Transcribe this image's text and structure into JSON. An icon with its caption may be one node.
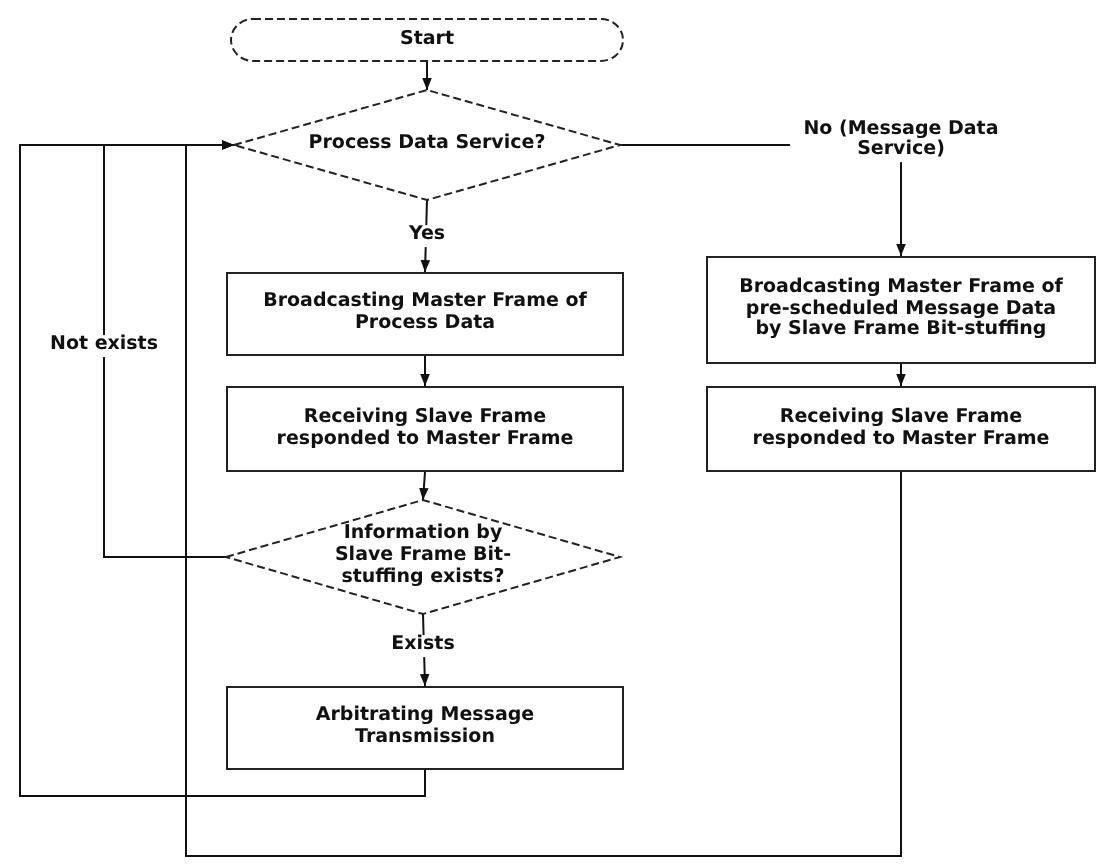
{
  "diagram": {
    "nodes": [
      {
        "text": [
          "Start"
        ]
      },
      {
        "text": [
          "Process Data Service?"
        ]
      },
      {
        "text": [
          "Broadcasting Master Frame of Process Data"
        ]
      },
      {
        "text": [
          "Receiving Slave Frame responded to Master Frame"
        ]
      },
      {
        "text": [
          "Information by Slave Frame Bit-stuffing exists?"
        ]
      },
      {
        "text": [
          "Arbitrating Message Transmission"
        ]
      },
      {
        "text": [
          "Broadcasting Master Frame of pre-scheduled Message Data by Slave Frame Bit-stuffing"
        ]
      },
      {
        "text": [
          "Receiving Slave Frame responded to Master Frame"
        ]
      }
    ],
    "edges": [
      {
        "from": 0,
        "to": 1,
        "arrow": "to"
      },
      {
        "from": 1,
        "to": 2,
        "arrow": "to",
        "label": "Yes"
      },
      {
        "from": 2,
        "to": 3,
        "arrow": "to"
      },
      {
        "from": 3,
        "to": 4,
        "arrow": "to"
      },
      {
        "from": 4,
        "to": 5,
        "arrow": "to",
        "label": "Exists"
      },
      {
        "from": 4,
        "to": 1,
        "arrow": "to",
        "label": "Not exists"
      },
      {
        "from": 5,
        "to": 1,
        "arrow": "to"
      },
      {
        "from": 1,
        "to": 6,
        "arrow": "to",
        "label": "No (Message Data Service)"
      },
      {
        "from": 6,
        "to": 7,
        "arrow": "to"
      },
      {
        "from": 7,
        "to": 1,
        "arrow": "to"
      }
    ]
  }
}
